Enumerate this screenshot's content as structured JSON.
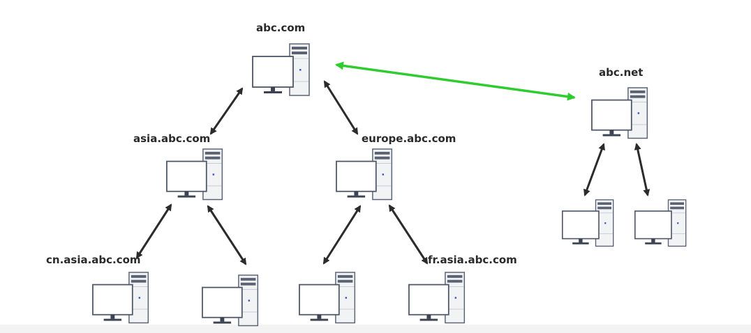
{
  "diagram": {
    "labels": {
      "abc_com": "abc.com",
      "abc_net": "abc.net",
      "asia_abc_com": "asia.abc.com",
      "europe_abc_com": "europe.abc.com",
      "cn_asia_abc_com": "cn.asia.abc.com",
      "fr_asia_abc_com": "fr.asia.abc.com"
    },
    "colors": {
      "trust_link": "#2ecc2e",
      "tree_link": "#2b2b2b",
      "tower_fill": "#f2f3f5",
      "tower_stroke": "#5a6273",
      "monitor_stroke": "#4d5566",
      "power_led": "#3a56c6"
    }
  }
}
